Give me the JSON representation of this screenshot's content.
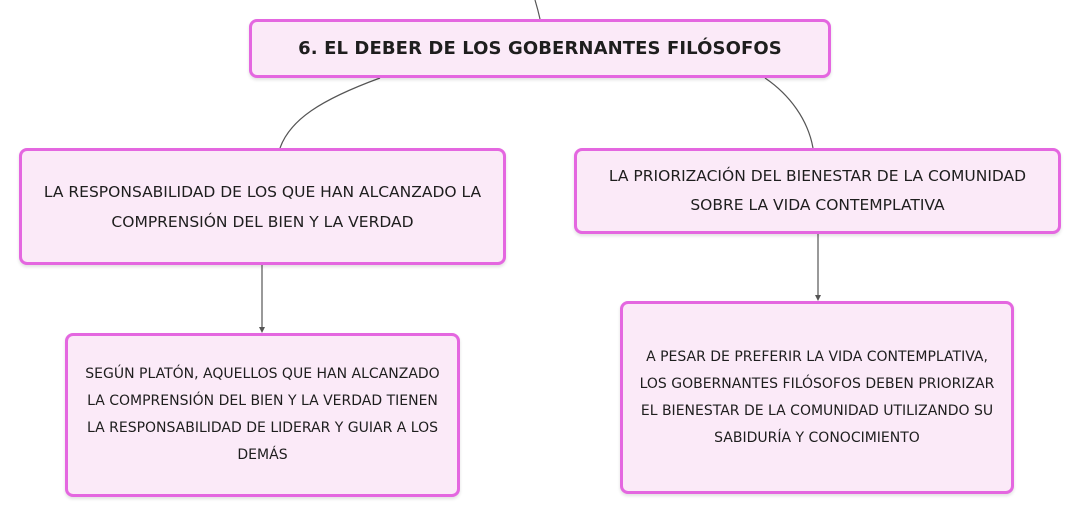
{
  "map": {
    "root": {
      "text": "6. EL DEBER DE LOS GOBERNANTES FILÓSOFOS"
    },
    "left": {
      "text": "LA RESPONSABILIDAD DE LOS QUE HAN ALCANZADO LA COMPRENSIÓN DEL BIEN Y LA VERDAD"
    },
    "right": {
      "text": "LA PRIORIZACIÓN DEL BIENESTAR DE LA COMUNIDAD SOBRE LA VIDA CONTEMPLATIVA"
    },
    "left_child": {
      "text": "SEGÚN PLATÓN, AQUELLOS QUE HAN ALCANZADO LA COMPRENSIÓN DEL BIEN Y LA VERDAD TIENEN LA RESPONSABILIDAD DE LIDERAR Y GUIAR A LOS DEMÁS"
    },
    "right_child": {
      "text": "A PESAR DE PREFERIR LA VIDA CONTEMPLATIVA, LOS GOBERNANTES FILÓSOFOS DEBEN PRIORIZAR EL BIENESTAR DE LA COMUNIDAD UTILIZANDO SU SABIDURÍA Y CONOCIMIENTO"
    }
  },
  "colors": {
    "node_border": "#e467e0",
    "node_fill": "#fbeaf8",
    "connector": "#555555",
    "text": "#1e1e1e"
  }
}
